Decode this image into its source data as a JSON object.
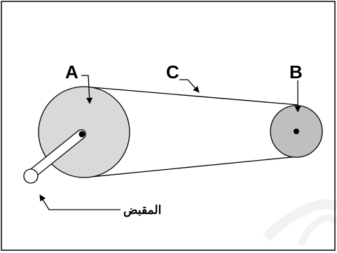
{
  "labels": {
    "pulley_a": "A",
    "pulley_b": "B",
    "belt_c": "C",
    "handle": "المقبض"
  },
  "colors": {
    "frame": "#000000",
    "pulley_a_fill": "#d9d9d9",
    "pulley_b_fill": "#bfbfbf",
    "stroke": "#000000",
    "watermark": "#ececec"
  },
  "icons": {
    "arrow": "arrow-icon",
    "axle": "axle-dot-icon"
  }
}
